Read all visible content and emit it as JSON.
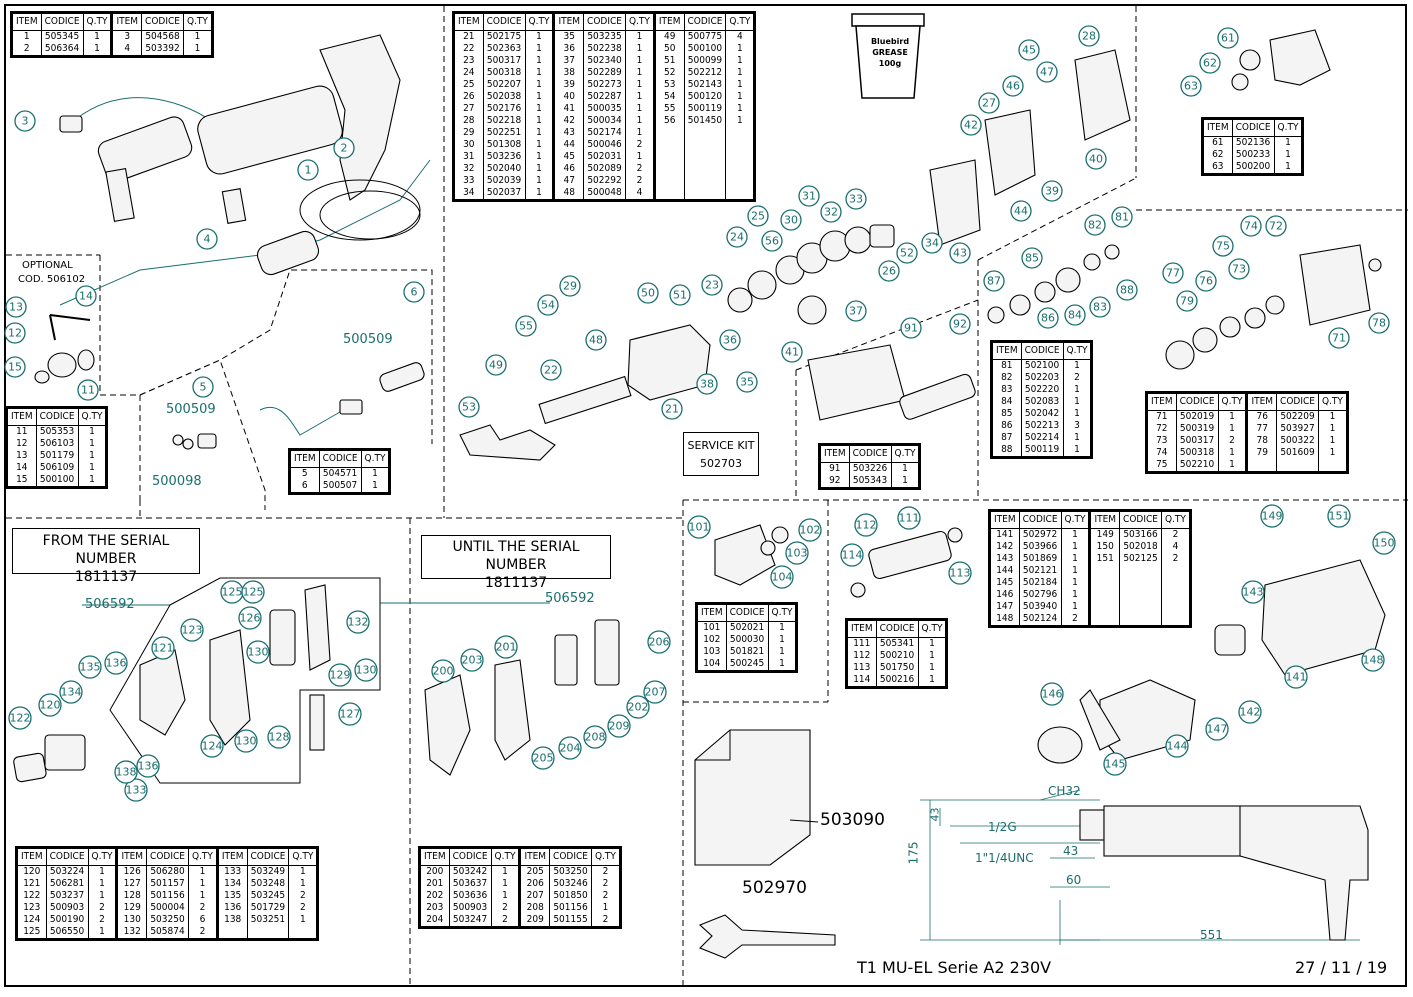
{
  "header": {
    "col_item": "ITEM",
    "col_code": "CODICE",
    "col_qty": "Q.TY"
  },
  "tables": {
    "t1": [
      {
        "item": "1",
        "code": "505345",
        "qty": "1",
        "item2": "3",
        "code2": "504568",
        "qty2": "1"
      },
      {
        "item": "2",
        "code": "506364",
        "qty": "1",
        "item2": "4",
        "code2": "503392",
        "qty2": "1"
      }
    ],
    "t2": [
      {
        "a": [
          "21",
          "502175",
          "1"
        ],
        "b": [
          "35",
          "503235",
          "1"
        ],
        "c": [
          "49",
          "500775",
          "4"
        ]
      },
      {
        "a": [
          "22",
          "502363",
          "1"
        ],
        "b": [
          "36",
          "502238",
          "1"
        ],
        "c": [
          "50",
          "500100",
          "1"
        ]
      },
      {
        "a": [
          "23",
          "500317",
          "1"
        ],
        "b": [
          "37",
          "502340",
          "1"
        ],
        "c": [
          "51",
          "500099",
          "1"
        ]
      },
      {
        "a": [
          "24",
          "500318",
          "1"
        ],
        "b": [
          "38",
          "502289",
          "1"
        ],
        "c": [
          "52",
          "502212",
          "1"
        ]
      },
      {
        "a": [
          "25",
          "502207",
          "1"
        ],
        "b": [
          "39",
          "502273",
          "1"
        ],
        "c": [
          "53",
          "502143",
          "1"
        ]
      },
      {
        "a": [
          "26",
          "502038",
          "1"
        ],
        "b": [
          "40",
          "502287",
          "1"
        ],
        "c": [
          "54",
          "500120",
          "1"
        ]
      },
      {
        "a": [
          "27",
          "502176",
          "1"
        ],
        "b": [
          "41",
          "500035",
          "1"
        ],
        "c": [
          "55",
          "500119",
          "1"
        ]
      },
      {
        "a": [
          "28",
          "502218",
          "1"
        ],
        "b": [
          "42",
          "500034",
          "1"
        ],
        "c": [
          "56",
          "501450",
          "1"
        ]
      },
      {
        "a": [
          "29",
          "502251",
          "1"
        ],
        "b": [
          "43",
          "502174",
          "1"
        ]
      },
      {
        "a": [
          "30",
          "501308",
          "1"
        ],
        "b": [
          "44",
          "500046",
          "2"
        ]
      },
      {
        "a": [
          "31",
          "503236",
          "1"
        ],
        "b": [
          "45",
          "502031",
          "1"
        ]
      },
      {
        "a": [
          "32",
          "502040",
          "1"
        ],
        "b": [
          "46",
          "502089",
          "2"
        ]
      },
      {
        "a": [
          "33",
          "502039",
          "1"
        ],
        "b": [
          "47",
          "502292",
          "2"
        ]
      },
      {
        "a": [
          "34",
          "502037",
          "1"
        ],
        "b": [
          "48",
          "500048",
          "4"
        ]
      }
    ],
    "t3": [
      [
        "61",
        "502136",
        "1"
      ],
      [
        "62",
        "500233",
        "1"
      ],
      [
        "63",
        "500200",
        "1"
      ]
    ],
    "t4": [
      [
        "11",
        "505353",
        "1"
      ],
      [
        "12",
        "506103",
        "1"
      ],
      [
        "13",
        "501179",
        "1"
      ],
      [
        "14",
        "506109",
        "1"
      ],
      [
        "15",
        "500100",
        "1"
      ]
    ],
    "t5": [
      [
        "5",
        "504571",
        "1"
      ],
      [
        "6",
        "500507",
        "1"
      ]
    ],
    "t6": [
      [
        "81",
        "502100",
        "1"
      ],
      [
        "82",
        "502203",
        "2"
      ],
      [
        "83",
        "502220",
        "1"
      ],
      [
        "84",
        "502083",
        "1"
      ],
      [
        "85",
        "502042",
        "1"
      ],
      [
        "86",
        "502213",
        "3"
      ],
      [
        "87",
        "502214",
        "1"
      ],
      [
        "88",
        "500119",
        "1"
      ]
    ],
    "t7": [
      [
        "91",
        "503226",
        "1"
      ],
      [
        "92",
        "505343",
        "1"
      ]
    ],
    "t8": [
      {
        "a": [
          "71",
          "502019",
          "1"
        ],
        "b": [
          "76",
          "502209",
          "1"
        ]
      },
      {
        "a": [
          "72",
          "500319",
          "1"
        ],
        "b": [
          "77",
          "503927",
          "1"
        ]
      },
      {
        "a": [
          "73",
          "500317",
          "2"
        ],
        "b": [
          "78",
          "500322",
          "1"
        ]
      },
      {
        "a": [
          "74",
          "500318",
          "1"
        ],
        "b": [
          "79",
          "501609",
          "1"
        ]
      },
      {
        "a": [
          "75",
          "502210",
          "1"
        ]
      }
    ],
    "t9": [
      [
        "101",
        "502021",
        "1"
      ],
      [
        "102",
        "500030",
        "1"
      ],
      [
        "103",
        "501821",
        "1"
      ],
      [
        "104",
        "500245",
        "1"
      ]
    ],
    "t10": [
      [
        "111",
        "505341",
        "1"
      ],
      [
        "112",
        "500210",
        "1"
      ],
      [
        "113",
        "501750",
        "1"
      ],
      [
        "114",
        "500216",
        "1"
      ]
    ],
    "t11": [
      {
        "a": [
          "141",
          "502972",
          "1"
        ],
        "b": [
          "149",
          "503166",
          "2"
        ]
      },
      {
        "a": [
          "142",
          "503966",
          "1"
        ],
        "b": [
          "150",
          "502018",
          "4"
        ]
      },
      {
        "a": [
          "143",
          "501869",
          "1"
        ],
        "b": [
          "151",
          "502125",
          "2"
        ]
      },
      {
        "a": [
          "144",
          "502121",
          "1"
        ]
      },
      {
        "a": [
          "145",
          "502184",
          "1"
        ]
      },
      {
        "a": [
          "146",
          "502796",
          "1"
        ]
      },
      {
        "a": [
          "147",
          "503940",
          "1"
        ]
      },
      {
        "a": [
          "148",
          "502124",
          "2"
        ]
      }
    ],
    "t12": [
      {
        "a": [
          "120",
          "503224",
          "1"
        ],
        "b": [
          "126",
          "506280",
          "1"
        ],
        "c": [
          "133",
          "503249",
          "1"
        ]
      },
      {
        "a": [
          "121",
          "506281",
          "1"
        ],
        "b": [
          "127",
          "501157",
          "1"
        ],
        "c": [
          "134",
          "503248",
          "1"
        ]
      },
      {
        "a": [
          "122",
          "503237",
          "1"
        ],
        "b": [
          "128",
          "501156",
          "1"
        ],
        "c": [
          "135",
          "503245",
          "2"
        ]
      },
      {
        "a": [
          "123",
          "500903",
          "2"
        ],
        "b": [
          "129",
          "500004",
          "2"
        ],
        "c": [
          "136",
          "501729",
          "2"
        ]
      },
      {
        "a": [
          "124",
          "500190",
          "2"
        ],
        "b": [
          "130",
          "503250",
          "6"
        ],
        "c": [
          "138",
          "503251",
          "1"
        ]
      },
      {
        "a": [
          "125",
          "506550",
          "1"
        ],
        "b": [
          "132",
          "505874",
          "2"
        ]
      }
    ],
    "t13": [
      {
        "a": [
          "200",
          "503242",
          "1"
        ],
        "b": [
          "205",
          "503250",
          "2"
        ]
      },
      {
        "a": [
          "201",
          "503637",
          "1"
        ],
        "b": [
          "206",
          "503246",
          "2"
        ]
      },
      {
        "a": [
          "202",
          "503636",
          "1"
        ],
        "b": [
          "207",
          "501850",
          "2"
        ]
      },
      {
        "a": [
          "203",
          "500903",
          "2"
        ],
        "b": [
          "208",
          "501156",
          "1"
        ]
      },
      {
        "a": [
          "204",
          "503247",
          "2"
        ],
        "b": [
          "209",
          "501155",
          "2"
        ]
      }
    ]
  },
  "labels": {
    "optional": "OPTIONAL",
    "optional_code": "COD. 506102",
    "service_kit": "SERVICE KIT",
    "service_kit_code": "502703",
    "from_serial": "FROM THE SERIAL NUMBER",
    "from_serial_num": "1811137",
    "until_serial": "UNTIL THE SERIAL NUMBER",
    "until_serial_num": "1811137",
    "code_506592a": "506592",
    "code_506592b": "506592",
    "code_500509a": "500509",
    "code_500509b": "500509",
    "code_500098": "500098",
    "code_503090": "503090",
    "code_502970": "502970",
    "grease_line1": "Bluebird",
    "grease_line2": "GREASE",
    "grease_line3": "100g",
    "title": "T1 MU-EL Serie A2 230V",
    "date": "27 / 11 / 19",
    "dim_ch32": "CH32",
    "dim_43": "43",
    "dim_12g": "1/2G",
    "dim_unc": "1\"1/4UNC",
    "dim_43b": "43",
    "dim_60": "60",
    "dim_175": "175",
    "dim_551": "551"
  },
  "callouts": [
    "1",
    "2",
    "3",
    "4",
    "5",
    "6",
    "11",
    "12",
    "13",
    "14",
    "15",
    "21",
    "22",
    "23",
    "24",
    "25",
    "26",
    "27",
    "28",
    "29",
    "30",
    "31",
    "32",
    "33",
    "34",
    "35",
    "36",
    "37",
    "38",
    "39",
    "40",
    "41",
    "42",
    "43",
    "44",
    "45",
    "46",
    "47",
    "48",
    "49",
    "50",
    "51",
    "52",
    "53",
    "54",
    "55",
    "56",
    "61",
    "62",
    "63",
    "71",
    "72",
    "73",
    "74",
    "75",
    "76",
    "77",
    "78",
    "79",
    "81",
    "82",
    "83",
    "84",
    "85",
    "86",
    "87",
    "88",
    "91",
    "92",
    "101",
    "102",
    "103",
    "104",
    "111",
    "112",
    "113",
    "114",
    "120",
    "121",
    "122",
    "123",
    "124",
    "125",
    "125",
    "126",
    "127",
    "128",
    "129",
    "130",
    "130",
    "130",
    "132",
    "133",
    "134",
    "135",
    "136",
    "136",
    "138",
    "141",
    "142",
    "143",
    "144",
    "145",
    "146",
    "147",
    "148",
    "149",
    "150",
    "151",
    "200",
    "201",
    "202",
    "203",
    "204",
    "205",
    "206",
    "207",
    "208",
    "209"
  ]
}
